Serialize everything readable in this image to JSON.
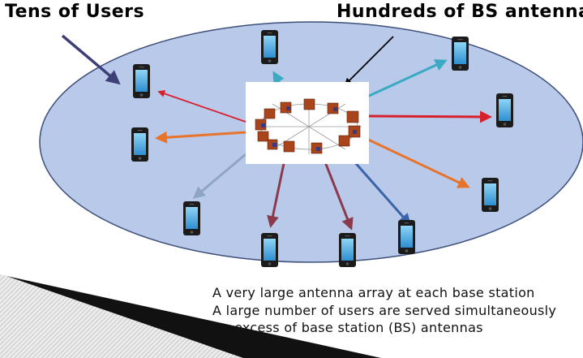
{
  "labels": {
    "users": "Tens of Users",
    "antennas": "Hundreds of BS antennas"
  },
  "bullets": [
    "A very large antenna array at each base station",
    "A large number of users are served simultaneously",
    "An excess of base station (BS) antennas"
  ],
  "icons": {
    "phone": "mobile-phone-icon",
    "array": "antenna-array-icon"
  },
  "colors": {
    "cell": "#b9c9ea",
    "cell_border": "#3d4f7a",
    "red": "#d8202c",
    "orange": "#e8732a",
    "teal": "#3aaac2",
    "blue": "#3a64a8",
    "gray_blue": "#8fa5c6",
    "maroon": "#8a3a4a",
    "navy": "#3f3f78",
    "screen": "#52b6ec"
  }
}
